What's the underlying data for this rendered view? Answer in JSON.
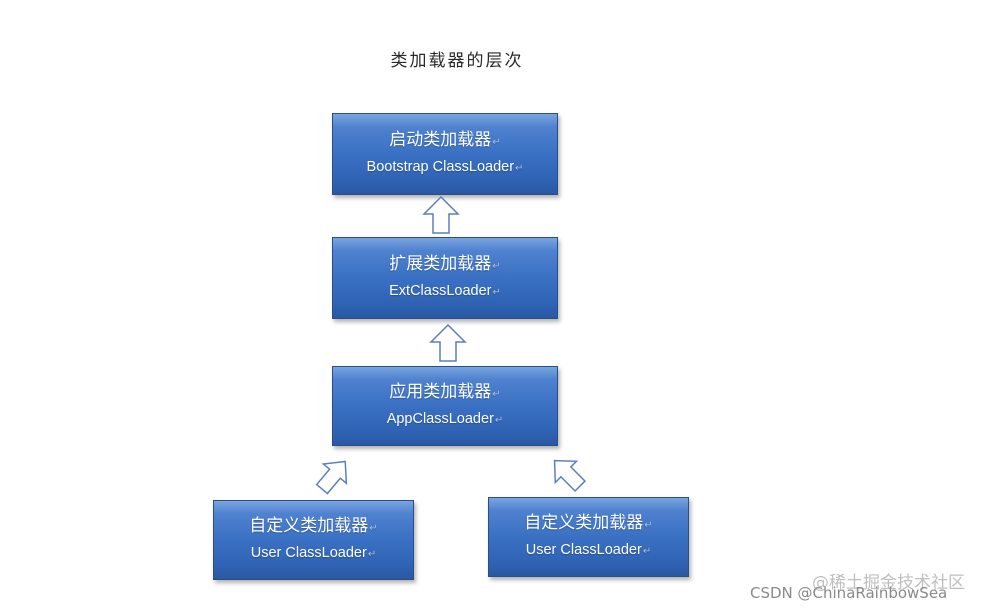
{
  "title": "类加载器的层次",
  "return_mark": "↵",
  "nodes": {
    "bootstrap": {
      "cn": "启动类加载器",
      "en": "Bootstrap ClassLoader"
    },
    "ext": {
      "cn": "扩展类加载器",
      "en": "ExtClassLoader"
    },
    "app": {
      "cn": "应用类加载器",
      "en": "AppClassLoader"
    },
    "user1": {
      "cn": "自定义类加载器",
      "en": "User ClassLoader"
    },
    "user2": {
      "cn": "自定义类加载器",
      "en": "User ClassLoader"
    }
  },
  "watermark": {
    "csdn": "CSDN @ChinaRainbowSea",
    "juejin": "@稀土掘金技术社区"
  },
  "colors": {
    "box_fill": "#3a70c3",
    "box_border": "#284f86",
    "arrow_stroke": "#5b7fc0"
  }
}
